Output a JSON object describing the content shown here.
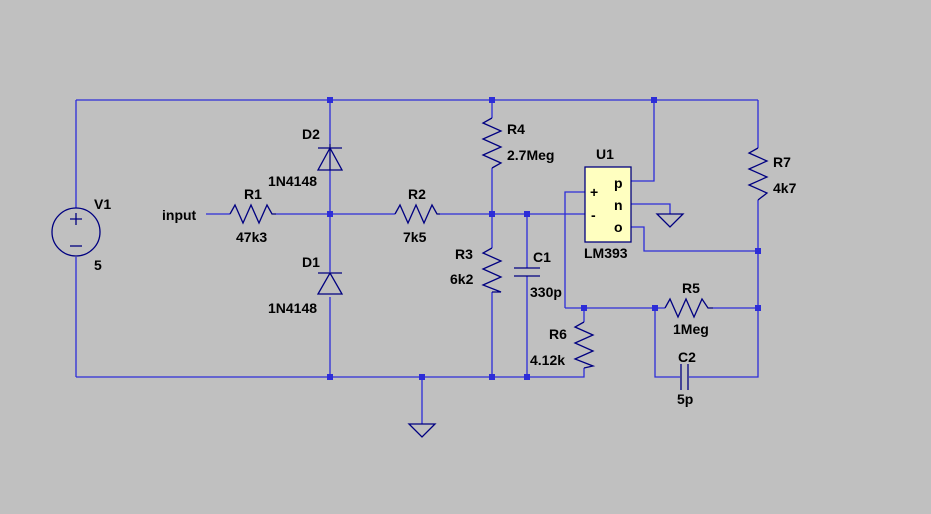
{
  "components": {
    "v1": {
      "name": "V1",
      "value": "5"
    },
    "r1": {
      "name": "R1",
      "value": "47k3"
    },
    "r2": {
      "name": "R2",
      "value": "7k5"
    },
    "r3": {
      "name": "R3",
      "value": "6k2"
    },
    "r4": {
      "name": "R4",
      "value": "2.7Meg"
    },
    "r5": {
      "name": "R5",
      "value": "1Meg"
    },
    "r6": {
      "name": "R6",
      "value": "4.12k"
    },
    "r7": {
      "name": "R7",
      "value": "4k7"
    },
    "c1": {
      "name": "C1",
      "value": "330p"
    },
    "c2": {
      "name": "C2",
      "value": "5p"
    },
    "d1": {
      "name": "D1",
      "value": "1N4148"
    },
    "d2": {
      "name": "D2",
      "value": "1N4148"
    },
    "u1": {
      "name": "U1",
      "value": "LM393",
      "pins": {
        "plus": "+",
        "minus": "-",
        "p": "p",
        "n": "n",
        "o": "o"
      }
    }
  },
  "net_labels": {
    "input": "input"
  },
  "colors": {
    "background": "#c0c0c0",
    "wire": "#2d2dd8",
    "component": "#000080",
    "opamp_fill": "#ffffc0",
    "text": "#000000"
  }
}
